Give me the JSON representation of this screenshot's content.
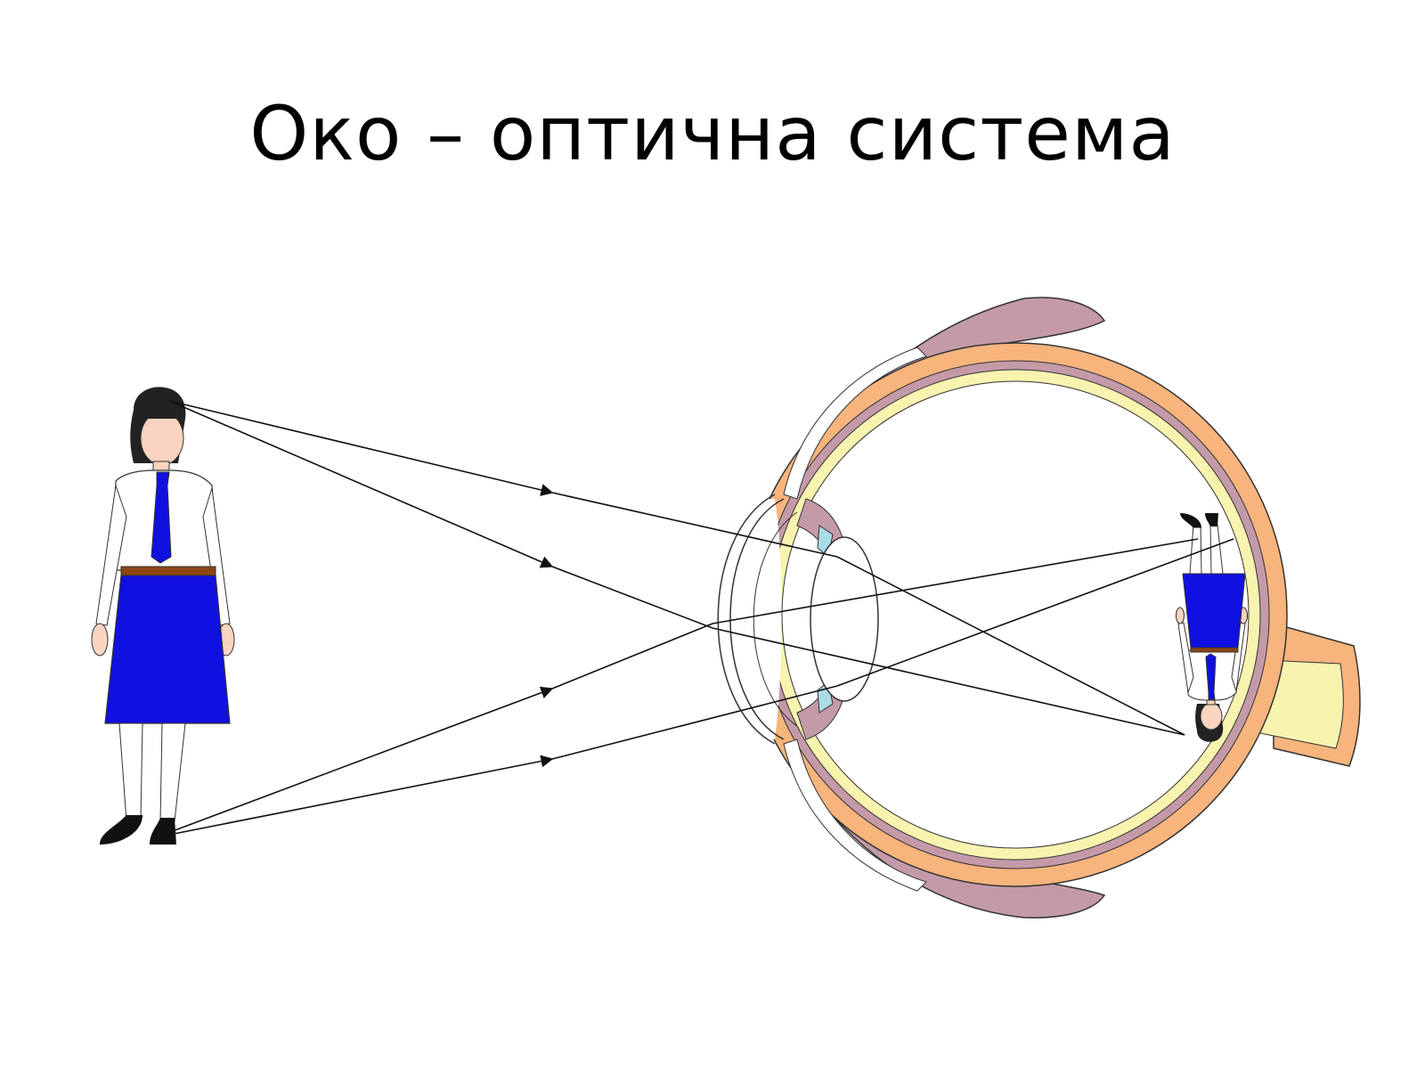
{
  "slide": {
    "title": "Око – оптична система"
  },
  "colors": {
    "background": "#ffffff",
    "ray": "#111111",
    "eyelid": "#c49aa8",
    "sclera": "#f7b47c",
    "retina": "#f8f4b0",
    "cornea": "#ffffff",
    "lens": "#ffffff",
    "aqueous": "#a9dce6",
    "blouse": "#ffffff",
    "skirt": "#1010e0",
    "tie": "#1010e0",
    "belt": "#8b4513",
    "skin": "#fad4c0",
    "hair": "#222222",
    "shoes": "#111111"
  },
  "icons": {
    "object": "girl-figure",
    "image": "inverted-girl-figure",
    "eye": "eye-cross-section"
  }
}
